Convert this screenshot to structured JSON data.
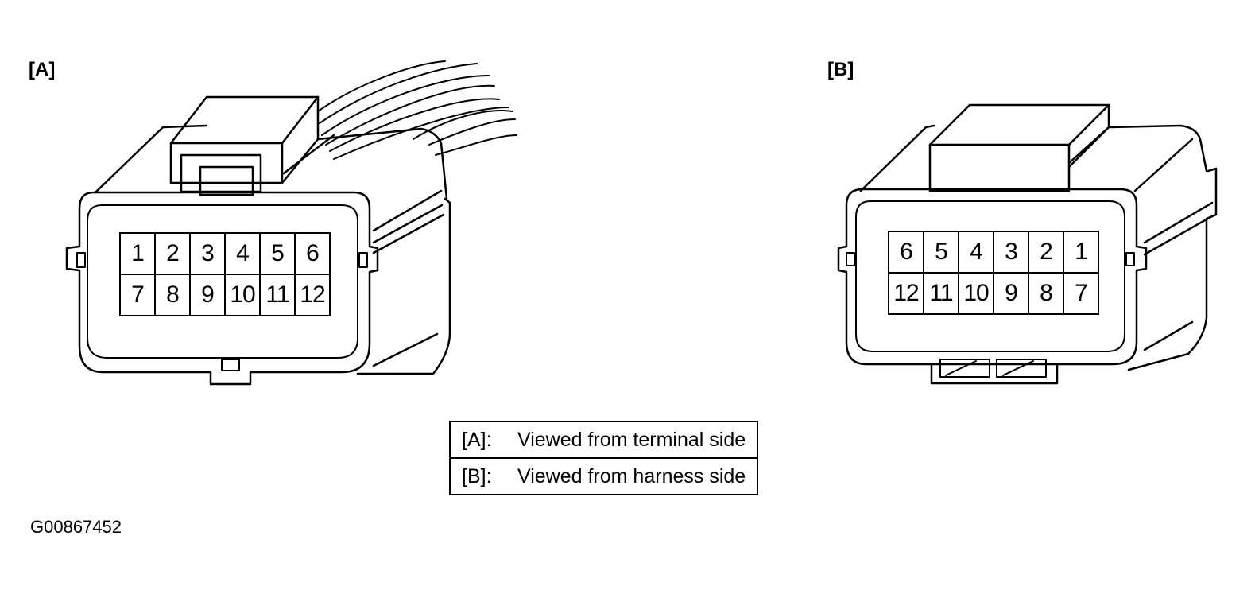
{
  "labels": {
    "a": "[A]",
    "b": "[B]"
  },
  "connector_a": {
    "pins_top": [
      "1",
      "2",
      "3",
      "4",
      "5",
      "6"
    ],
    "pins_bottom": [
      "7",
      "8",
      "9",
      "10",
      "11",
      "12"
    ]
  },
  "connector_b": {
    "pins_top": [
      "6",
      "5",
      "4",
      "3",
      "2",
      "1"
    ],
    "pins_bottom": [
      "12",
      "11",
      "10",
      "9",
      "8",
      "7"
    ]
  },
  "legend": [
    {
      "key": "[A]:",
      "text": "Viewed from terminal side"
    },
    {
      "key": "[B]:",
      "text": "Viewed from harness side"
    }
  ],
  "figure_id": "G00867452"
}
